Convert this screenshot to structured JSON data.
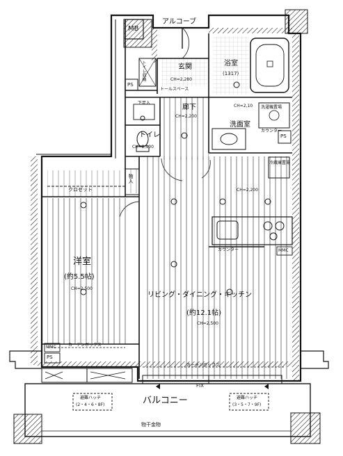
{
  "rooms": {
    "mb": "MB",
    "alcove": "アルコーブ",
    "entrance": "玄関",
    "entrance_ch": "CH=2,280",
    "bath": "浴室",
    "bath_size": "(1317)",
    "hall": "廊下",
    "hall_ch": "CH=2,200",
    "washroom": "洗面室",
    "washroom_ch": "CH=2,10",
    "toilet": "トイレ",
    "toilet_ch": "CH=2,100",
    "storage": "物入",
    "closet": "クロゼット",
    "bedroom": "洋室",
    "bedroom_size": "(約5.5帖)",
    "bedroom_ch": "CH=2,500",
    "ldk": "リビング・ダイニング・キッチン",
    "ldk_size": "(約12.1帖)",
    "ldk_ch": "CH=2,500",
    "kitchen_ch": "CH=2,200",
    "balcony": "バルコニー"
  },
  "labels": {
    "ps_top": "PS",
    "ps_right": "PS",
    "ps_bottom": "PS",
    "mmc_right": "MMC",
    "mmc_bottom": "MMC",
    "counter": "カウンター",
    "fridge": "冷蔵庫置場",
    "shoe_box": "下足入",
    "tall_shoe": "トールスペース",
    "toilet_storage": "トイレ収納",
    "washer": "洗濯機置場",
    "laundry_pan": "カウンター",
    "curtain_bed": "カーテンボックス",
    "curtain_ldk": "カーテンボックス",
    "fix": "FIX",
    "hatch_left": "避難ハッチ",
    "hatch_left_floors": "(2・4・6・8F)",
    "hatch_right": "避難ハッチ",
    "hatch_right_floors": "(3・5・7・9F)",
    "clothes_rod": "物干金物"
  }
}
